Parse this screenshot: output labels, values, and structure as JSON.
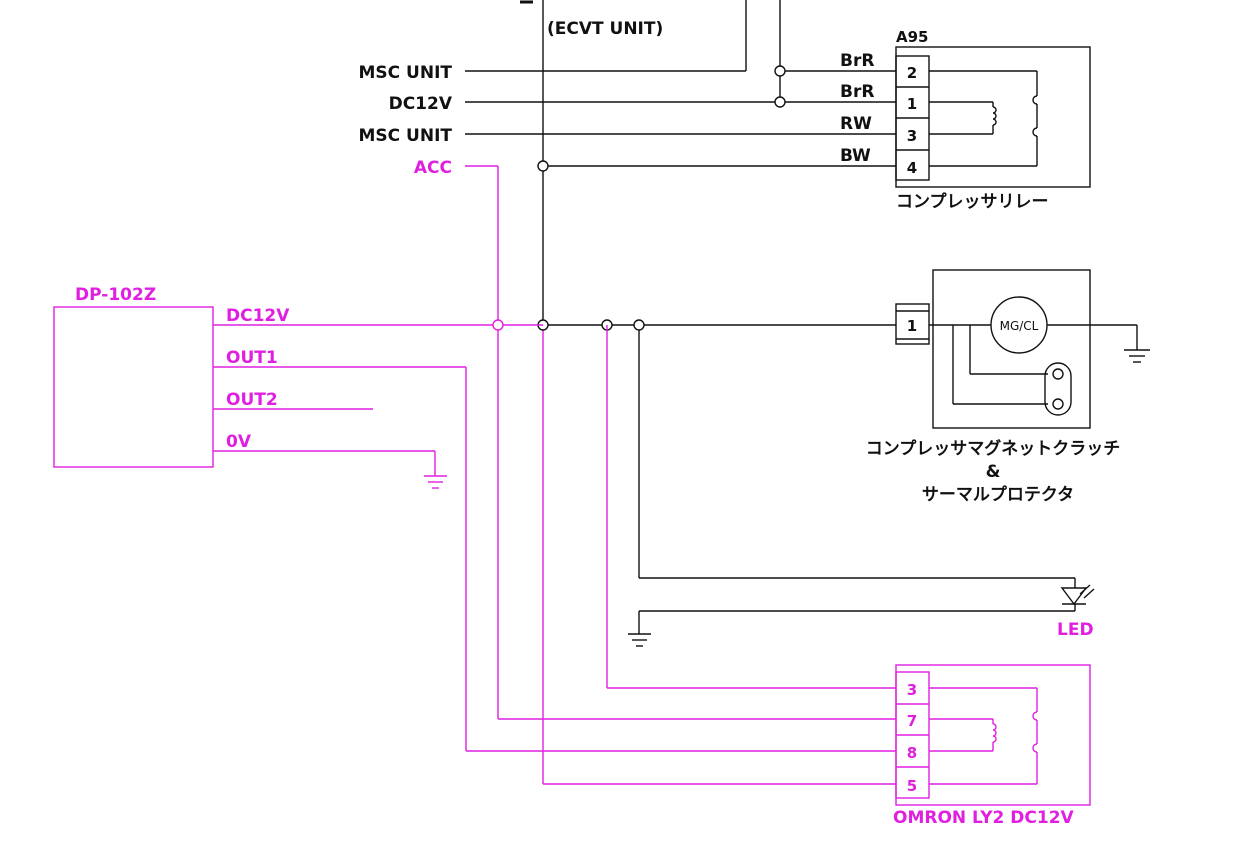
{
  "colors": {
    "black": "#111111",
    "magenta": "#e020e0"
  },
  "top_unit": {
    "label": "(ECVT UNIT)"
  },
  "left_inputs": {
    "msc_unit_1": "MSC UNIT",
    "dc12v": "DC12V",
    "msc_unit_2": "MSC UNIT",
    "acc": "ACC"
  },
  "wire_colors": {
    "w1": "BrR",
    "w2": "BrR",
    "w3": "RW",
    "w4": "BW"
  },
  "relay_a95": {
    "connector_id": "A95",
    "pins": [
      "2",
      "1",
      "3",
      "4"
    ],
    "caption": "コンプレッサリレー"
  },
  "clutch": {
    "pin": "1",
    "motor_label": "MG/CL",
    "caption_line1": "コンプレッサマグネットクラッチ",
    "caption_line2": "&",
    "caption_line3": "サーマルプロテクタ"
  },
  "dp102z": {
    "title": "DP-102Z",
    "terminals": [
      "DC12V",
      "OUT1",
      "OUT2",
      "0V"
    ]
  },
  "led": {
    "label": "LED"
  },
  "omron": {
    "pins": [
      "3",
      "7",
      "8",
      "5"
    ],
    "caption": "OMRON LY2 DC12V"
  }
}
